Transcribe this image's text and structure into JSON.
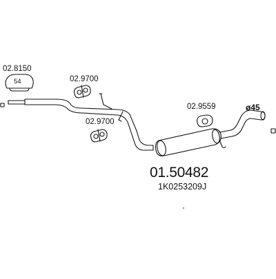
{
  "labels": {
    "clamp_code": "02.8150",
    "clamp_size": "54",
    "hanger_top_code": "02.9700",
    "hanger_bottom_code": "02.9700",
    "hanger_right_code": "02.9559",
    "diameter": "ø45"
  },
  "part": {
    "number": "01.50482",
    "oem_number": "1K0253209J"
  },
  "colors": {
    "line": "#111111",
    "background": "#ffffff"
  }
}
